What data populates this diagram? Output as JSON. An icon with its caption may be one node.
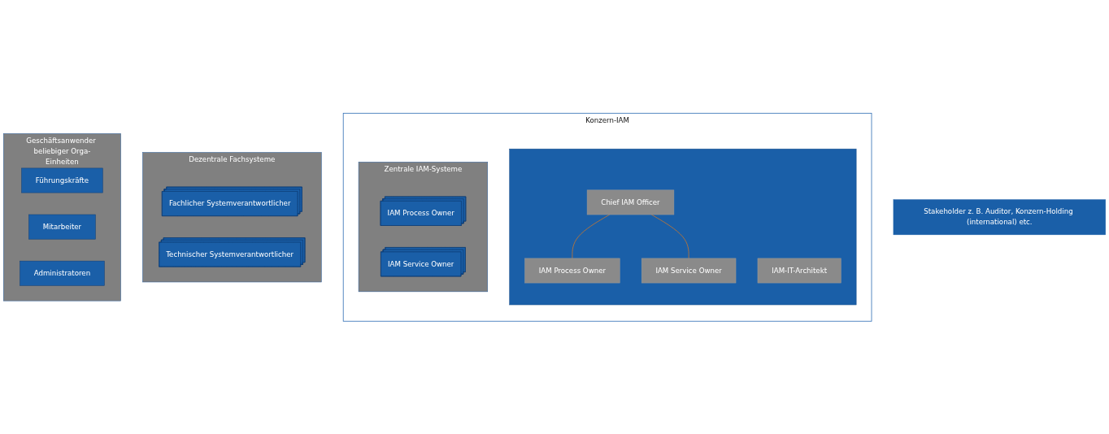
{
  "diagram": {
    "nodes": [
      {
        "text": [
          "Konzern-IAM"
        ]
      },
      {
        "text": [],
        "shape": "box",
        "in": 0
      },
      {
        "text": [
          "Chief IAM Officer"
        ],
        "in": 1
      },
      {
        "text": [
          "IAM Process Owner"
        ],
        "in": 1
      },
      {
        "text": [
          "IAM Service Owner"
        ],
        "in": 1
      },
      {
        "text": [
          "IAM-IT-Architekt"
        ],
        "in": 1
      },
      {
        "text": [
          "Zentrale IAM-Systeme"
        ],
        "in": 0
      },
      {
        "text": [
          "IAM Process Owner"
        ],
        "in": 6
      },
      {
        "text": [
          "IAM Service Owner"
        ],
        "in": 6
      },
      {
        "text": [
          "Dezentrale Fachsysteme"
        ]
      },
      {
        "text": [
          "Fachlicher Systemverantwortlicher"
        ],
        "in": 9
      },
      {
        "text": [
          "Technischer Systemverantwortlicher"
        ],
        "in": 9
      },
      {
        "text": [
          "Geschäftsanwender beliebiger Orga-Einheiten"
        ]
      },
      {
        "text": [
          "Führungskräfte"
        ],
        "in": 12
      },
      {
        "text": [
          "Mitarbeiter"
        ],
        "in": 12
      },
      {
        "text": [
          "Administratoren"
        ],
        "in": 12
      },
      {
        "text": [
          "Stakeholder z. B. Auditor, Konzern-Holding (international) etc."
        ]
      }
    ],
    "edges": [
      {
        "from": 2,
        "to": 3,
        "arrow": "none",
        "color": "#c8762e"
      },
      {
        "from": 2,
        "to": 4,
        "arrow": "none",
        "color": "#c8762e"
      }
    ]
  }
}
